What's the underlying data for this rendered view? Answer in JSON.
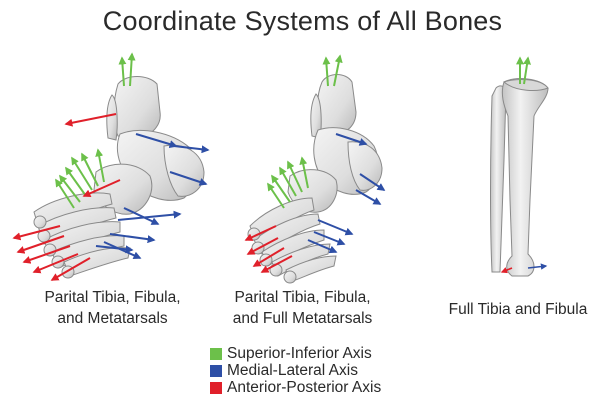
{
  "title": "Coordinate Systems of All Bones",
  "models": [
    {
      "caption_lines": [
        "Parital Tibia, Fibula,",
        "and Metatarsals"
      ]
    },
    {
      "caption_lines": [
        "Parital Tibia, Fibula,",
        "and Full Metatarsals"
      ]
    },
    {
      "caption_lines": [
        "Full Tibia and Fibula"
      ]
    }
  ],
  "legend": [
    {
      "label": "Superior-Inferior Axis",
      "color": "#6cc04a",
      "icon": "green-square-icon"
    },
    {
      "label": "Medial-Lateral Axis",
      "color": "#2e4fa6",
      "icon": "blue-square-icon"
    },
    {
      "label": "Anterior-Posterior Axis",
      "color": "#e0202a",
      "icon": "red-square-icon"
    }
  ],
  "colors": {
    "bone": "#e6e6e6",
    "bone_edge": "#8a8a8a",
    "text": "#2a2a2a"
  }
}
